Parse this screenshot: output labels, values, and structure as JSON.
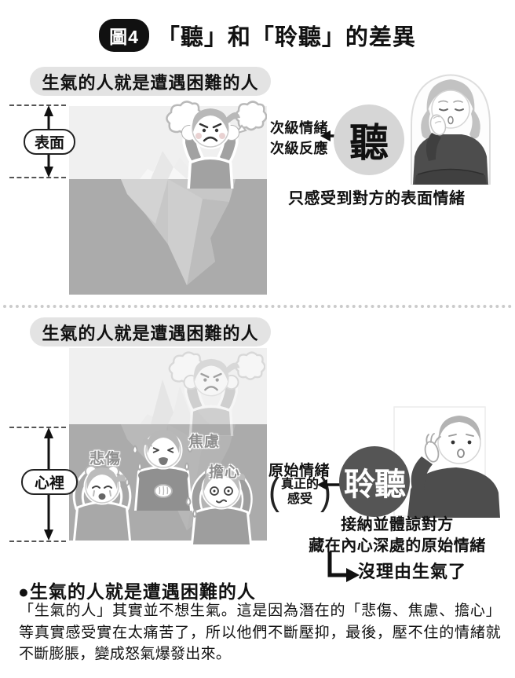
{
  "title": {
    "badge": "圖4",
    "text": "「聽」和「聆聽」的差異"
  },
  "hear": {
    "header": "生氣的人就是遭遇困難的人",
    "depth_label": "表面",
    "note_line1": "次級情緒",
    "note_line2": "次級反應",
    "mode": "聽",
    "caption": "只感受到對方的表面情緒"
  },
  "listen": {
    "header": "生氣的人就是遭遇困難的人",
    "depth_label": "心裡",
    "emotions": [
      {
        "label": "悲傷"
      },
      {
        "label": "焦慮"
      },
      {
        "label": "擔心"
      }
    ],
    "note_line1": "原始情緒",
    "paren_open": "(",
    "paren_line1": "真正的",
    "paren_line2": "感受",
    "paren_close": ")",
    "mode": "聆聽",
    "caption_line1": "接納並體諒對方",
    "caption_line2": "藏在內心深處的原始情緒",
    "result": "沒理由生氣了"
  },
  "footer": {
    "heading": "●生氣的人就是遭遇困難的人",
    "paragraph": "「生氣的人」其實並不想生氣。這是因為潛在的「悲傷、焦慮、擔心」等真實感受實在太痛苦了，所以他們不斷壓抑，最後，壓不住的情緒就不斷膨脹，變成怒氣爆發出來。"
  },
  "colors": {
    "sky": "#f0f0f0",
    "water": "#ababab",
    "hear_circle": "#d6d6d6",
    "listen_circle": "#555555",
    "header_pill": "#e3e3e3",
    "badge": "#111111"
  }
}
